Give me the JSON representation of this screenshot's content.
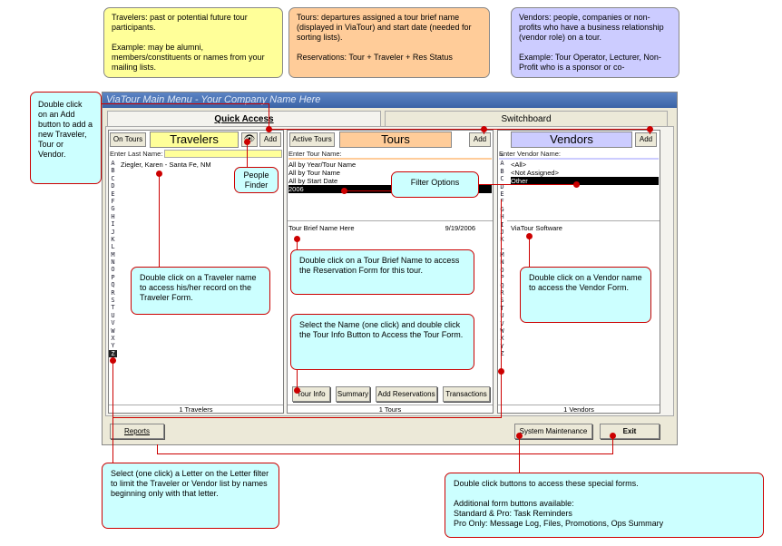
{
  "notes": {
    "travelers": "Travelers: past or potential future tour participants.\n\nExample: may be alumni, members/constituents or names from your mailing lists.",
    "tours": "Tours: departures assigned a tour brief name (displayed in ViaTour) and start date (needed for sorting lists).\n\nReservations: Tour + Traveler + Res Status",
    "vendors": "Vendors: people, companies or non-profits who have a business relationship (vendor role) on a tour.\n\nExample: Tour Operator, Lecturer, Non- Profit who is a sponsor or co-"
  },
  "window": {
    "title": "ViaTour Main Menu - Your Company Name Here",
    "tabs": [
      "Quick Access",
      "Switchboard"
    ]
  },
  "travelers": {
    "header_button": "On Tours",
    "title": "Travelers",
    "finder_icon": "binoculars-icon",
    "add_label": "Add",
    "filter_label": "Enter Last Name:",
    "list": [
      "Ziegler, Karen - Santa Fe, NM"
    ],
    "footer": "1 Travelers"
  },
  "tours": {
    "header_button": "Active Tours",
    "title": "Tours",
    "add_label": "Add",
    "filter_label": "Enter Tour Name:",
    "filters": [
      "All by Year/Tour Name",
      "All by Tour Name",
      "All by Start Date",
      "2006"
    ],
    "list": [
      {
        "name": "Tour Brief Name Here",
        "date": "9/19/2006"
      }
    ],
    "buttons": [
      "Tour Info",
      "Summary",
      "Add Reservations",
      "Transactions"
    ],
    "footer": "1 Tours"
  },
  "vendors": {
    "title": "Vendors",
    "add_label": "Add",
    "filter_label": "Enter Vendor Name:",
    "filters": [
      "<All>",
      "<Not Assigned>",
      "Other"
    ],
    "list": [
      "ViaTour Software"
    ],
    "footer": "1 Vendors"
  },
  "alphabet": [
    "*",
    "A",
    "B",
    "C",
    "D",
    "E",
    "F",
    "G",
    "H",
    "I",
    "J",
    "K",
    "L",
    "M",
    "N",
    "O",
    "P",
    "Q",
    "R",
    "S",
    "T",
    "U",
    "V",
    "W",
    "X",
    "Y",
    "Z"
  ],
  "bottom_buttons": {
    "reports": "Reports",
    "system_maintenance": "System Maintenance",
    "exit": "Exit"
  },
  "callouts": {
    "add": "Double click on an Add button to add a new Traveler, Tour or Vendor.",
    "people_finder": "People Finder",
    "filter_options": "Filter Options",
    "traveler_name": "Double click on a Traveler name to access his/her record on the Traveler Form.",
    "tour_brief": "Double click on a Tour Brief Name to access the Reservation Form for this tour.",
    "tour_info": "Select the Name (one click) and double click the Tour Info Button to Access the Tour Form.",
    "vendor_name": "Double click on a Vendor name to access the Vendor Form.",
    "letter_filter": "Select (one click) a Letter on the Letter filter to limit the Traveler or Vendor list by names beginning only with that letter.",
    "special_forms": "Double click buttons to access these special forms.\n\nAdditional form buttons available:\nStandard & Pro: Task Reminders\nPro Only: Message Log, Files, Promotions, Ops Summary"
  },
  "colors": {
    "travelers_title_bg": "#ffff99",
    "tours_title_bg": "#ffcc99",
    "vendors_title_bg": "#ccccff",
    "callout_bg": "#ccffff",
    "callout_line": "#cc0000"
  }
}
